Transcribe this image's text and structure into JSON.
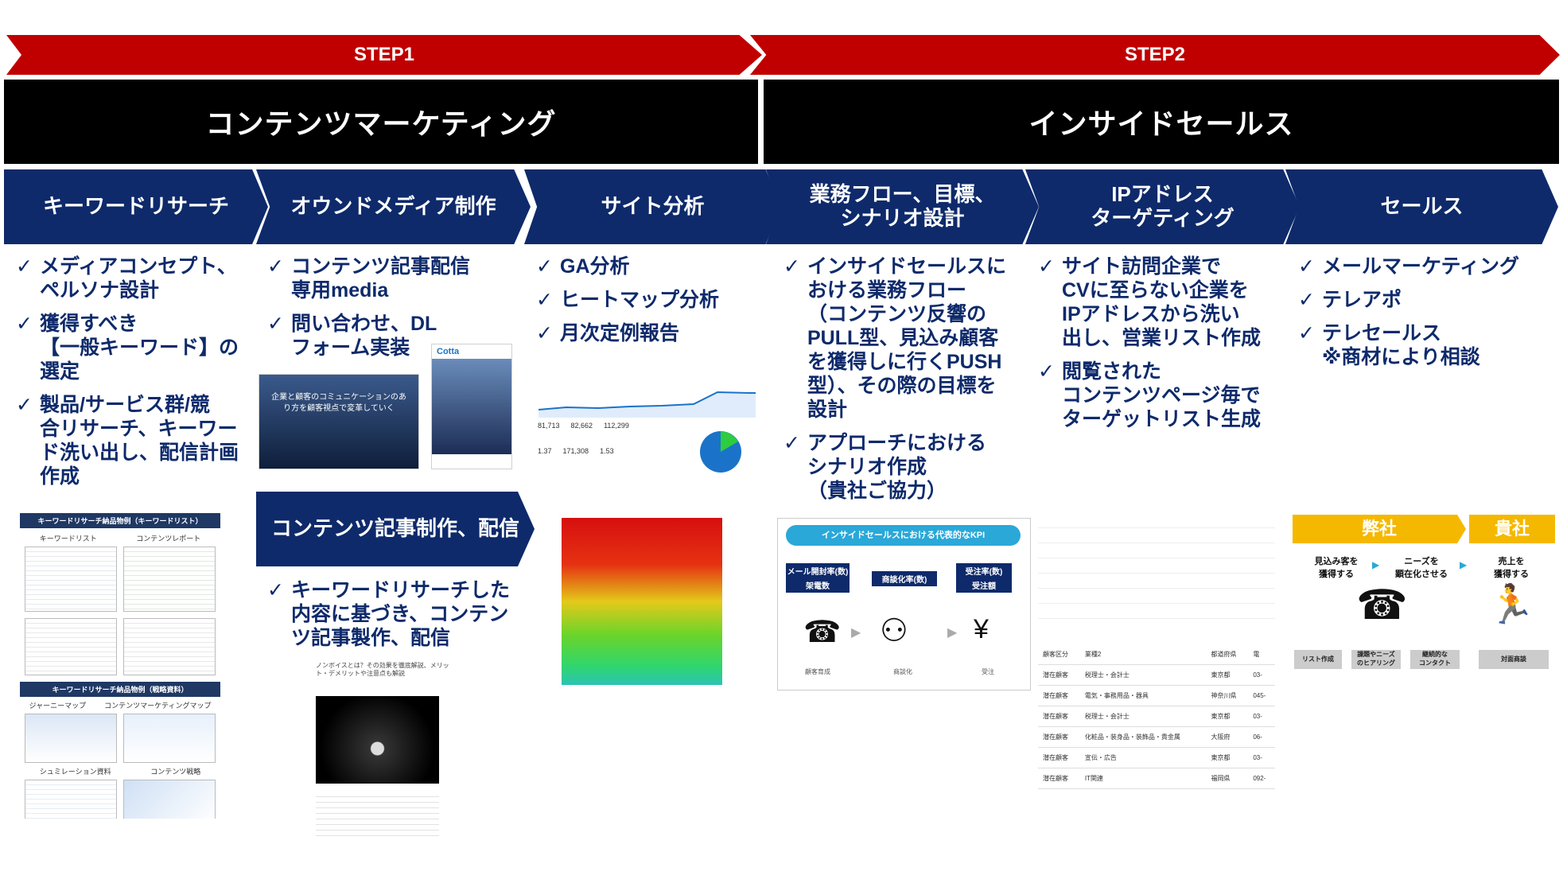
{
  "steps": [
    "STEP1",
    "STEP2"
  ],
  "phases": [
    "コンテンツマーケティング",
    "インサイドセールス"
  ],
  "columns": [
    {
      "title_lines": [
        "キーワードリサーチ"
      ],
      "bullets": [
        "メディアコンセプト、\nペルソナ設計",
        "獲得すべき\n【一般キーワード】の\n選定",
        "製品/サービス群/競\n合リサーチ、キーワー\nド洗い出し、配信計画\n作成"
      ]
    },
    {
      "title_lines": [
        "オウンドメディア制作"
      ],
      "bullets": [
        "コンテンツ記事配信\n専用media",
        "問い合わせ、DL\nフォーム実装"
      ]
    },
    {
      "title_lines": [
        "サイト分析"
      ],
      "bullets": [
        "GA分析",
        "ヒートマップ分析",
        "月次定例報告"
      ]
    },
    {
      "title_lines": [
        "業務フロー、目標、",
        "シナリオ設計"
      ],
      "bullets": [
        "インサイドセールスに\nおける業務フロー\n（コンテンツ反響の\nPULL型、見込み顧客\nを獲得しに行くPUSH\n型）、その際の目標を\n設計",
        "アプローチにおける\nシナリオ作成\n（貴社ご協力）"
      ]
    },
    {
      "title_lines": [
        "IPアドレス",
        "ターゲティング"
      ],
      "bullets": [
        "サイト訪問企業で\nCVに至らない企業を\nIPアドレスから洗い\n出し、営業リスト作成",
        "閲覧された\nコンテンツページ毎で\nターゲットリスト生成"
      ]
    },
    {
      "title_lines": [
        "セールス"
      ],
      "bullets": [
        "メールマーケティング",
        "テレアポ",
        "テレセールス\n※商材により相談"
      ]
    }
  ],
  "content_article": {
    "title": "コンテンツ記事制作、配信",
    "bullets": [
      "キーワードリサーチした\n内容に基づき、コンテン\nツ記事製作、配信"
    ]
  },
  "thumb_keyword": {
    "header1": "キーワードリサーチ納品物例（キーワードリスト）",
    "header2": "キーワードリサーチ納品物例（戦略資料）",
    "labels": [
      "キーワードリスト",
      "コンテンツレポート",
      "ジャーニーマップ",
      "コンテンツマーケティングマップ",
      "シュミレーション資料",
      "コンテンツ戦略"
    ]
  },
  "thumb_media": {
    "hero_text": "企業と顧客のコミュニケーションのあり方を顧客視点で変革していく",
    "logo": "Cotta"
  },
  "thumb_ga": {
    "stats": [
      "81,713",
      "82,662",
      "112,299",
      "1.37",
      "171,308",
      "1.53"
    ]
  },
  "thumb_article": {
    "headline": "ノンボイスとは？その効果を徹底解説、メリット・デメリットや注意点も解説"
  },
  "kpi": {
    "title": "インサイドセールスにおける代表的なKPI",
    "items": [
      "メール開封率(数)",
      "架電数",
      "商談化率(数)",
      "受注率(数)",
      "受注額"
    ],
    "captions": [
      "顧客育成",
      "商談化",
      "受注"
    ]
  },
  "ip_table": {
    "header": [
      "顧客区分",
      "業種2",
      "都道府県",
      "電"
    ],
    "rows": [
      [
        "潜在顧客",
        "税理士・会計士",
        "東京都",
        "03-"
      ],
      [
        "潜在顧客",
        "電気・事務用品・器具",
        "神奈川県",
        "045-"
      ],
      [
        "潜在顧客",
        "税理士・会計士",
        "東京都",
        "03-"
      ],
      [
        "潜在顧客",
        "化粧品・装身品・装飾品・貴金属",
        "大阪府",
        "06-"
      ],
      [
        "潜在顧客",
        "宣伝・広告",
        "東京都",
        "03-"
      ],
      [
        "潜在顧客",
        "IT関連",
        "福岡県",
        "092-"
      ]
    ]
  },
  "sales_flow": {
    "left_label": "弊社",
    "right_label": "貴社",
    "steps": [
      "見込み客を\n獲得する",
      "ニーズを\n顕在化させる",
      "売上を\n獲得する"
    ],
    "tags": [
      "リスト作成",
      "課題やニーズ\nのヒアリング",
      "継続的な\nコンタクト",
      "対面商談"
    ]
  },
  "colors": {
    "step_red": "#c00000",
    "navy": "#0e2a6b",
    "black": "#000000",
    "kpi_blue": "#2aa8d8",
    "gold": "#f5b800"
  }
}
